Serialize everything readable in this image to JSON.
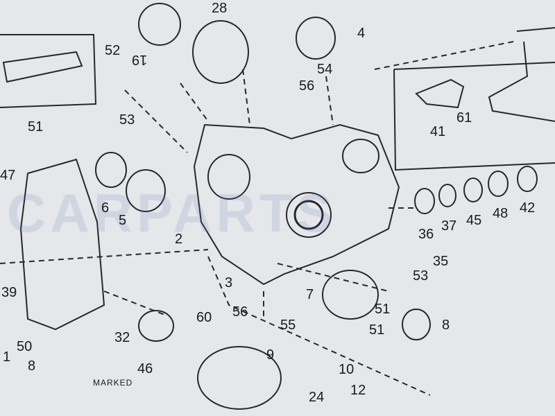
{
  "diagram": {
    "callouts": [
      {
        "id": "c28",
        "text": "28"
      },
      {
        "id": "c4",
        "text": "4"
      },
      {
        "id": "c52",
        "text": "52"
      },
      {
        "id": "c19",
        "text": "19"
      },
      {
        "id": "c54",
        "text": "54"
      },
      {
        "id": "c56a",
        "text": "56"
      },
      {
        "id": "c51a",
        "text": "51"
      },
      {
        "id": "c53a",
        "text": "53"
      },
      {
        "id": "c47",
        "text": "47"
      },
      {
        "id": "c6",
        "text": "6"
      },
      {
        "id": "c5",
        "text": "5"
      },
      {
        "id": "c2",
        "text": "2"
      },
      {
        "id": "c41",
        "text": "41"
      },
      {
        "id": "c61",
        "text": "61"
      },
      {
        "id": "c36",
        "text": "36"
      },
      {
        "id": "c37",
        "text": "37"
      },
      {
        "id": "c45",
        "text": "45"
      },
      {
        "id": "c48",
        "text": "48"
      },
      {
        "id": "c42",
        "text": "42"
      },
      {
        "id": "c35",
        "text": "35"
      },
      {
        "id": "c53b",
        "text": "53"
      },
      {
        "id": "c39",
        "text": "39"
      },
      {
        "id": "c3",
        "text": "3"
      },
      {
        "id": "c7",
        "text": "7"
      },
      {
        "id": "c51b",
        "text": "51"
      },
      {
        "id": "c51c",
        "text": "51"
      },
      {
        "id": "c8a",
        "text": "8"
      },
      {
        "id": "c56b",
        "text": "56"
      },
      {
        "id": "c55",
        "text": "55"
      },
      {
        "id": "c60",
        "text": "60"
      },
      {
        "id": "c32",
        "text": "32"
      },
      {
        "id": "c50",
        "text": "50"
      },
      {
        "id": "c1",
        "text": "1"
      },
      {
        "id": "c8b",
        "text": "8"
      },
      {
        "id": "c9",
        "text": "9"
      },
      {
        "id": "c10",
        "text": "10"
      },
      {
        "id": "c46",
        "text": "46"
      },
      {
        "id": "c12",
        "text": "12"
      },
      {
        "id": "c24",
        "text": "24"
      }
    ],
    "marked_label": "MARKED",
    "watermark": "CARPARTS"
  }
}
